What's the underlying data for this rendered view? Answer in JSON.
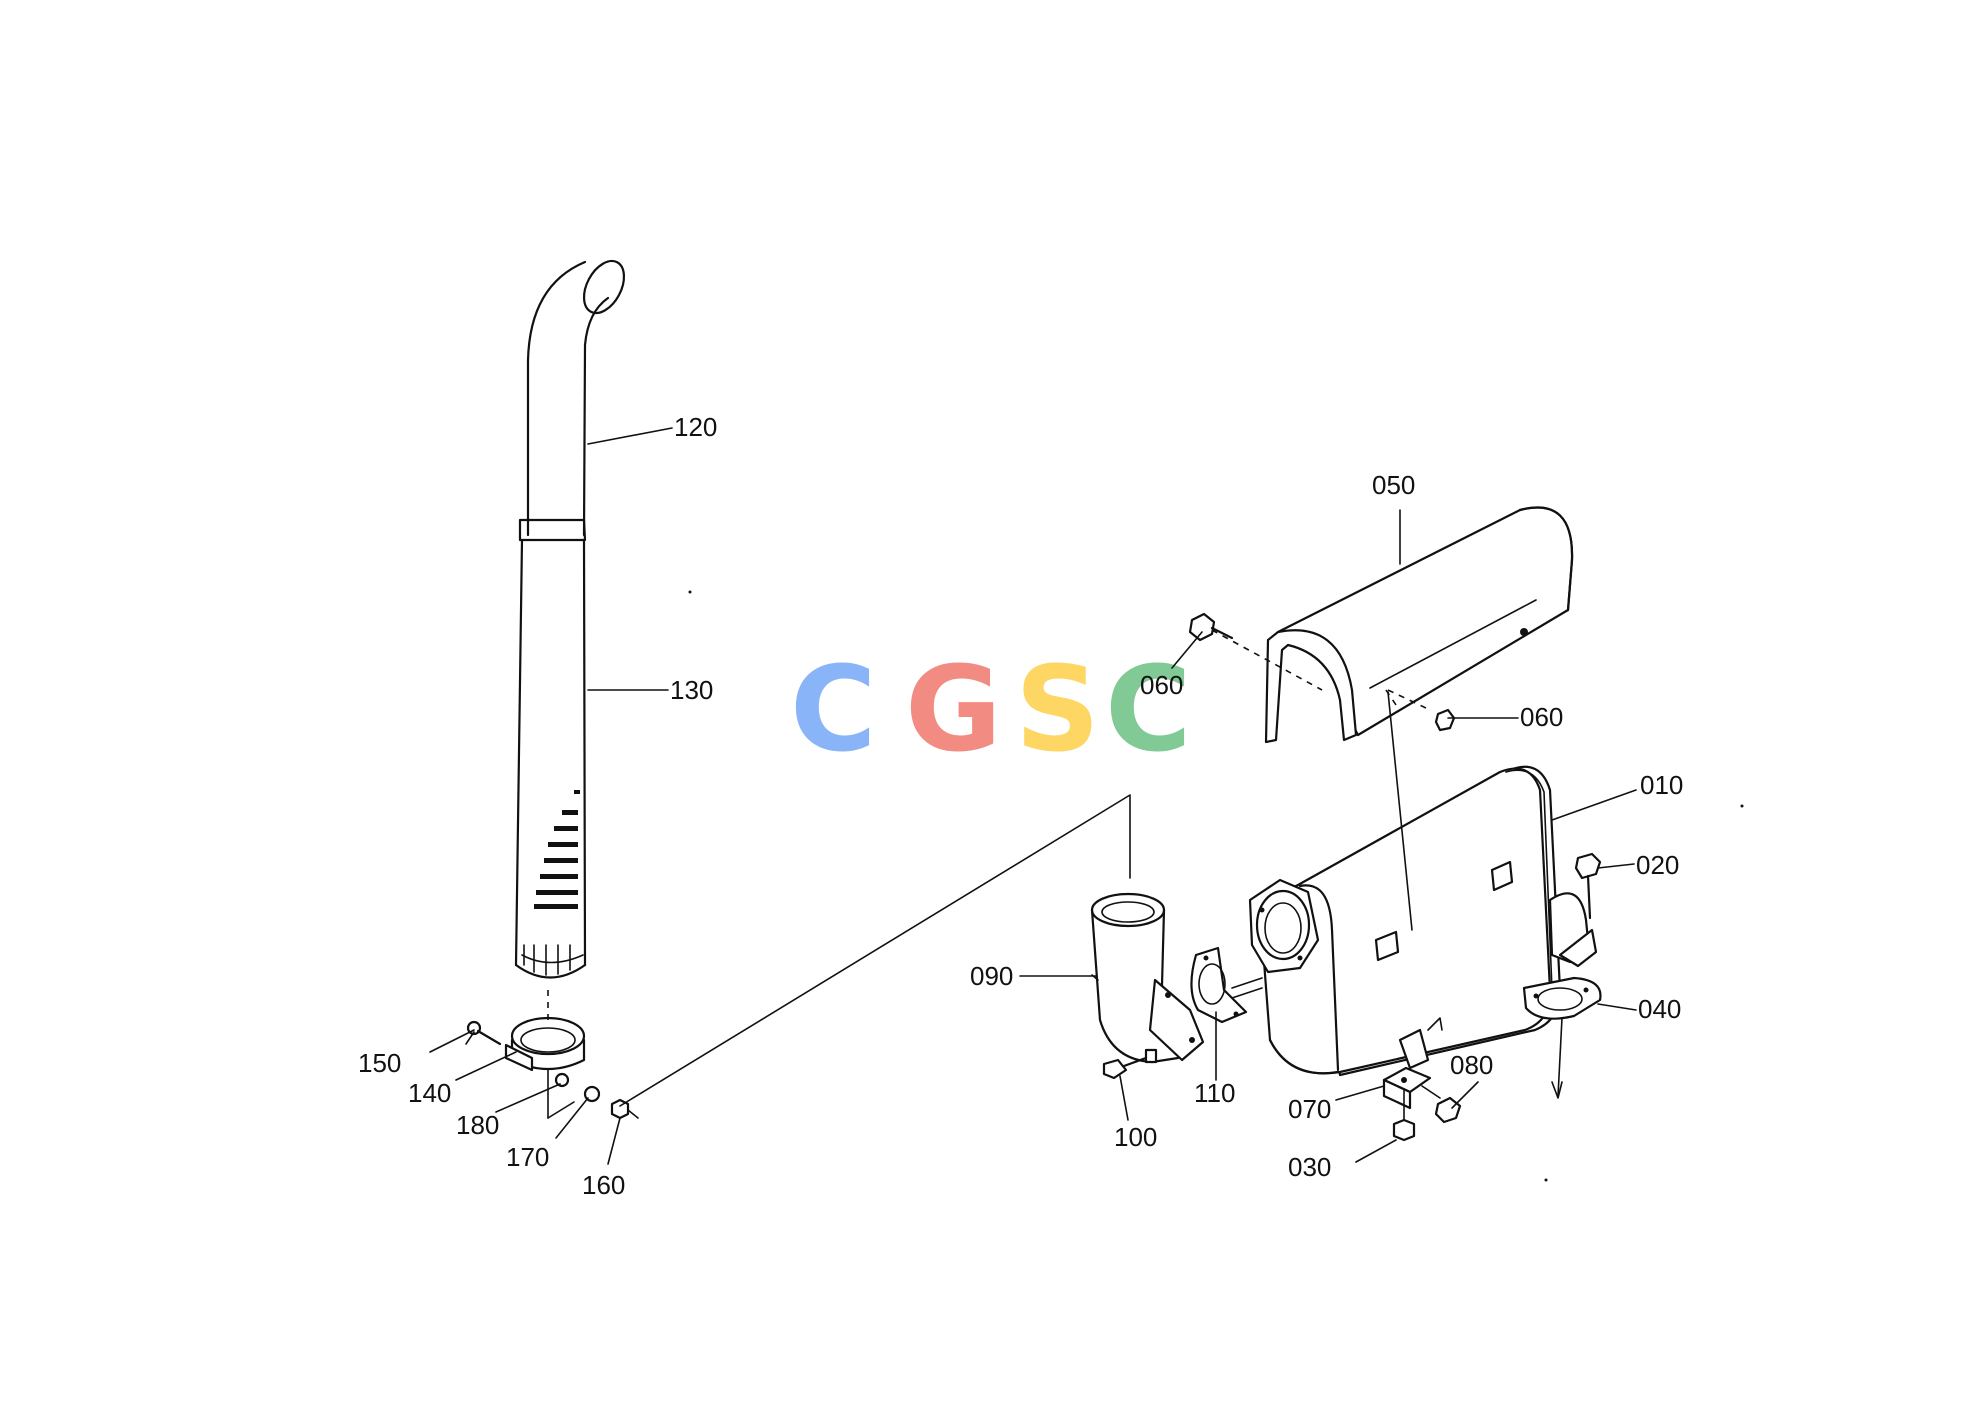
{
  "watermark": {
    "letters": [
      {
        "char": "C",
        "color": "#8ab4f8"
      },
      {
        "char": "G",
        "color": "#f28b82"
      },
      {
        "char": "S",
        "color": "#fdd663"
      },
      {
        "char": "C",
        "color": "#81c995"
      }
    ]
  },
  "parts": {
    "p010": "010",
    "p020": "020",
    "p030": "030",
    "p040": "040",
    "p050": "050",
    "p060a": "060",
    "p060b": "060",
    "p070": "070",
    "p080": "080",
    "p090": "090",
    "p100": "100",
    "p110": "110",
    "p120": "120",
    "p130": "130",
    "p140": "140",
    "p150": "150",
    "p160": "160",
    "p170": "170",
    "p180": "180"
  }
}
